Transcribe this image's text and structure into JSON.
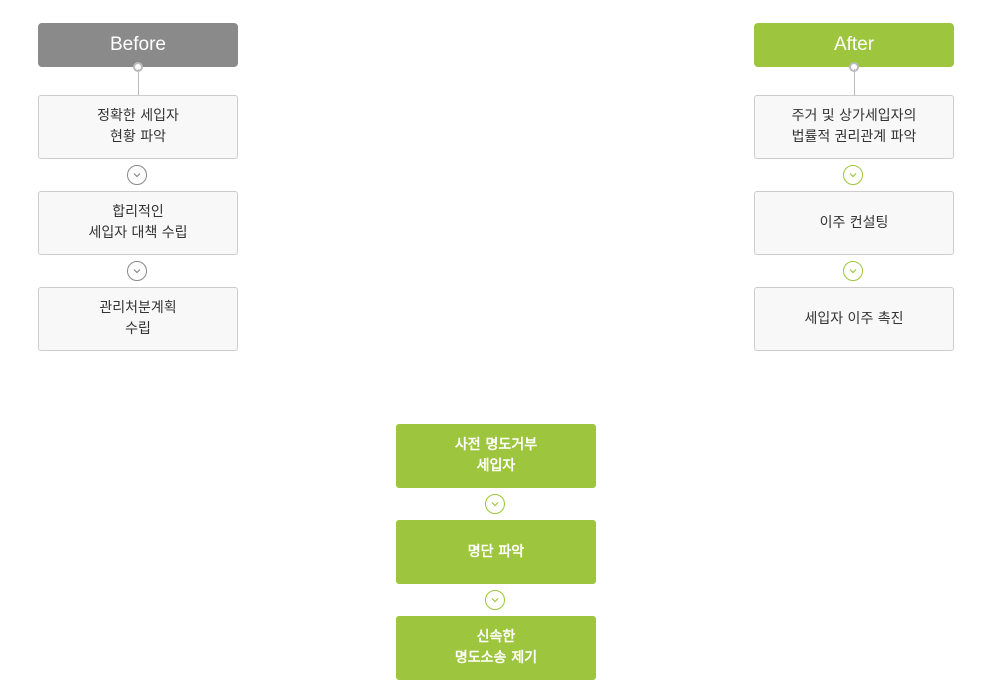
{
  "before": {
    "title": "Before",
    "steps": [
      "정확한 세입자\n현황 파악",
      "합리적인\n세입자 대책 수립",
      "관리처분계획\n수립"
    ]
  },
  "after": {
    "title": "After",
    "steps": [
      "주거 및 상가세입자의\n법률적 권리관계 파악",
      "이주 컨설팅",
      "세입자 이주 촉진"
    ]
  },
  "eviction": {
    "steps": [
      "사전 명도거부\n세입자",
      "명단 파악",
      "신속한\n명도소송 제기"
    ]
  },
  "colors": {
    "accent": "#9dc63e",
    "gray": "#8a8a8a"
  }
}
